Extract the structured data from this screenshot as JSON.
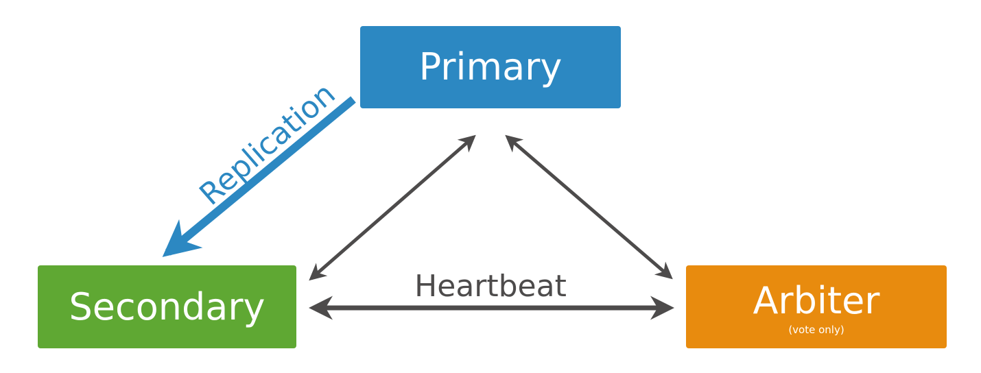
{
  "nodes": {
    "primary": {
      "label": "Primary",
      "color": "#2c88c2"
    },
    "secondary": {
      "label": "Secondary",
      "color": "#5fa833"
    },
    "arbiter": {
      "label": "Arbiter",
      "sublabel": "(vote only)",
      "color": "#e88b0e"
    }
  },
  "edges": {
    "replication": {
      "label": "Replication",
      "from": "primary",
      "to": "secondary",
      "color": "#2c88c2"
    },
    "heartbeat": {
      "label": "Heartbeat",
      "color": "#4d4b4b"
    }
  }
}
